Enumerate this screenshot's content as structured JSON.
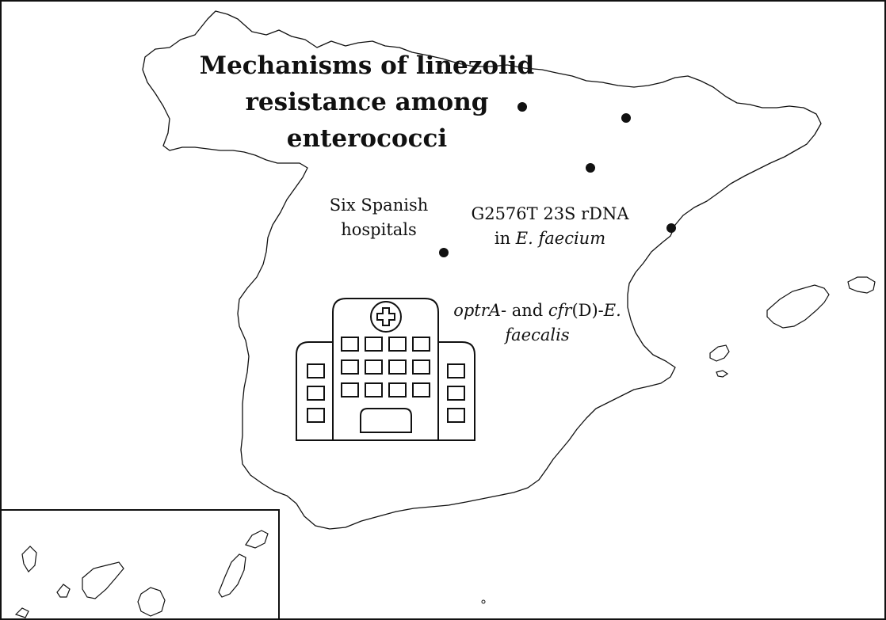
{
  "title": "Mechanisms of linezolid resistance among enterococci",
  "hospitals_label": "Six Spanish hospitals",
  "mutation": {
    "label": "G2576T 23S rDNA",
    "in_text": "in ",
    "organism": "E. faecium"
  },
  "genes": {
    "gene1": "optrA",
    "sep1": "- and ",
    "gene2": "cfr",
    "variant": "(D)-",
    "organism": "E. faecalis"
  },
  "icons": [
    "hospital-building-icon",
    "medical-cross-icon"
  ],
  "colors": {
    "outline": "#111111",
    "background": "#ffffff"
  }
}
